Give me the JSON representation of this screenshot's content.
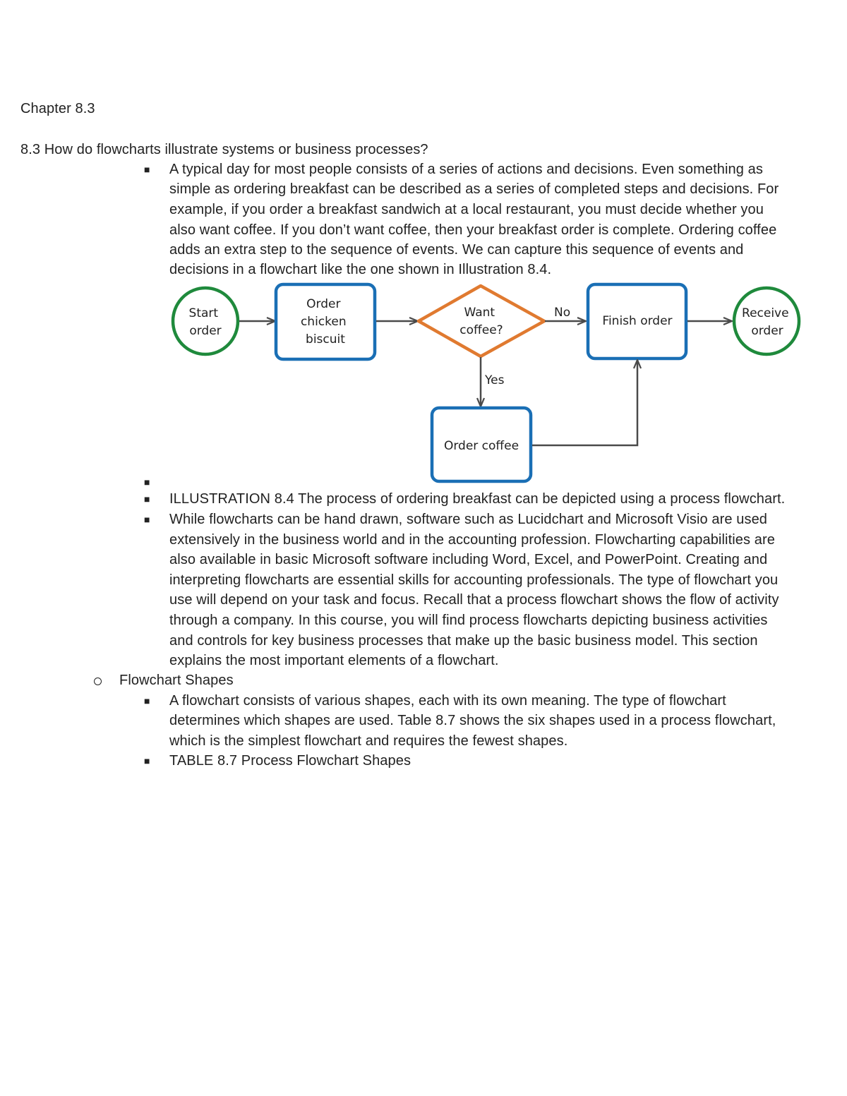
{
  "chapter_title": "Chapter 8.3",
  "section_heading": "8.3 How do flowcharts illustrate systems or business processes?",
  "para1_lines": [
    "A typical day for most people consists of a series of actions and decisions. Even something as",
    "simple as ordering breakfast can be described as a series of completed steps and decisions. For",
    "example, if you order a breakfast sandwich at a local restaurant, you must decide whether you",
    "also want coffee. If you don’t want coffee, then your breakfast order is complete. Ordering coffee",
    "adds an extra step to the sequence of events. We can capture this sequence of events and",
    "decisions in a flowchart like the one shown in Illustration 8.4."
  ],
  "flowchart": {
    "start": [
      "Start",
      "order"
    ],
    "order_biscuit": [
      "Order",
      "chicken",
      "biscuit"
    ],
    "decision": [
      "Want",
      "coffee?"
    ],
    "no_label": "No",
    "yes_label": "Yes",
    "finish": "Finish order",
    "receive": [
      "Receive",
      "order"
    ],
    "order_coffee": "Order coffee",
    "colors": {
      "terminal": "#1f8a3c",
      "process": "#1a6fb5",
      "decision": "#e07a30",
      "arrow": "#4a4a4a"
    }
  },
  "caption": "ILLUSTRATION 8.4 The process of ordering breakfast can be depicted using a process flowchart.",
  "para2_lines": [
    "While flowcharts can be hand drawn, software such as Lucidchart and Microsoft Visio are used",
    "extensively in the business world and in the accounting profession. Flowcharting capabilities are",
    "also available in basic Microsoft software including Word, Excel, and PowerPoint. Creating and",
    "interpreting flowcharts are essential skills for accounting professionals. The type of flowchart you",
    "use will depend on your task and focus. Recall that a process flowchart shows the flow of activity",
    "through a company. In this course, you will find process flowcharts depicting business activities",
    "and controls for key business processes that make up the basic business model. This section",
    "explains the most important elements of a flowchart."
  ],
  "subheading": "Flowchart Shapes",
  "para3_lines": [
    "A flowchart consists of various shapes, each with its own meaning. The type of flowchart",
    "determines which shapes are used. Table 8.7 shows the six shapes used in a process flowchart,",
    "which is the simplest flowchart and requires the fewest shapes."
  ],
  "table_caption": "TABLE 8.7 Process Flowchart Shapes",
  "bullet_glyph": "■"
}
